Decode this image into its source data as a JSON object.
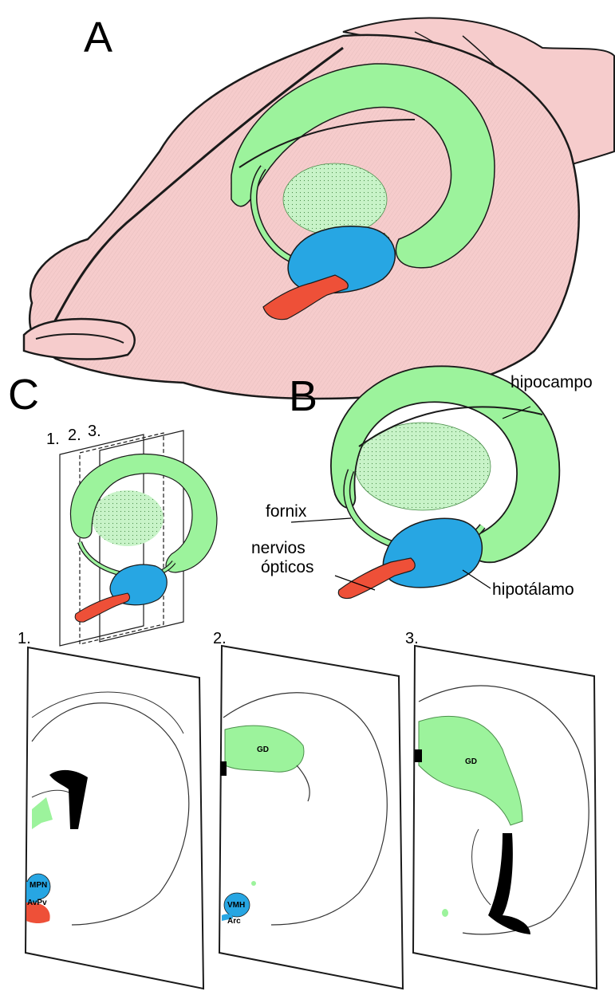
{
  "panels": {
    "a": {
      "label": "A"
    },
    "b": {
      "label": "B"
    },
    "c": {
      "label": "C"
    }
  },
  "labels_b": {
    "hipocampo": "hipocampo",
    "fornix": "fornix",
    "nervios": "nervios",
    "opticos": "ópticos",
    "hipotalamo": "hipotálamo"
  },
  "planes": {
    "p1": "1.",
    "p2": "2.",
    "p3": "3."
  },
  "sections": {
    "s1": {
      "number": "1.",
      "labels": [
        "MPN",
        "AvPv"
      ]
    },
    "s2": {
      "number": "2.",
      "labels": [
        "GD",
        "VMH",
        "Arc"
      ]
    },
    "s3": {
      "number": "3.",
      "labels": [
        "GD"
      ]
    }
  },
  "colors": {
    "brain_pink": "#f6cccc",
    "hippocampus_green": "#9cf39c",
    "hypothalamus_blue": "#27a6e3",
    "optic_red": "#ee5038",
    "ventricle_black": "#000000",
    "outline": "#1a1a1a"
  }
}
